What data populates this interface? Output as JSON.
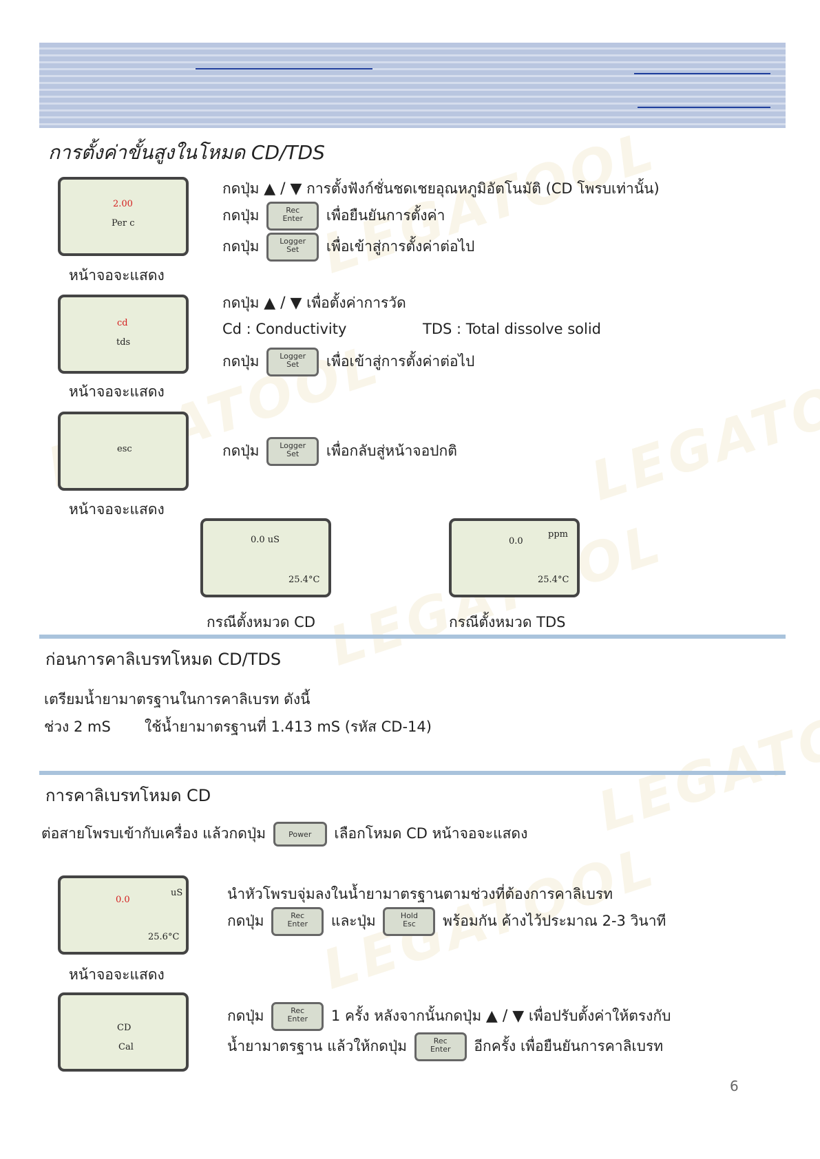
{
  "title": "การตั้งค่าขั้นสูงในโหมด  CD/TDS",
  "watermark": "LEGATOOL",
  "screen_caption": "หน้าจอจะแสดง",
  "screens": {
    "per_c": {
      "line1": "2.00",
      "line2": "Per c"
    },
    "cd_tds": {
      "line1": "cd",
      "line2": "tds"
    },
    "esc": {
      "line1": "esc"
    },
    "cd_mode": {
      "reading": "0.0 uS",
      "temp": "25.4°C",
      "caption": "กรณีตั้งหมวด CD"
    },
    "tds_mode": {
      "reading": "0.0",
      "unit": "ppm",
      "temp": "25.4°C",
      "caption": "กรณีตั้งหมวด TDS"
    },
    "calib": {
      "reading": "0.0",
      "unit": "uS",
      "temp": "25.6°C"
    },
    "cd_cal": {
      "line1": "CD",
      "line2": "Cal"
    }
  },
  "buttons": {
    "rec_enter": [
      "Rec",
      "Enter"
    ],
    "logger_set": [
      "Logger",
      "Set"
    ],
    "hold_esc": [
      "Hold",
      "Esc"
    ],
    "power": "Power"
  },
  "arrows": "▲ / ▼",
  "text": {
    "press": "กดปุ่ม",
    "s1_l1": "การตั้งฟังก์ชั่นชดเชยอุณหภูมิอัตโนมัติ (CD โพรบเท่านั้น)",
    "s1_l2": "เพื่อยืนยันการตั้งค่า",
    "next": "เพื่อเข้าสู่การตั้งค่าต่อไป",
    "s2_l1": "เพื่อตั้งค่าการวัด",
    "cd_def": "Cd : Conductivity",
    "tds_def": "TDS : Total dissolve solid",
    "s3_l1": "เพื่อกลับสู่หน้าจอปกติ",
    "pre_title": "ก่อนการคาลิเบรทโหมด CD/TDS",
    "pre_l1": "เตรียมน้ำยามาตรฐานในการคาลิเบรท ดังนี้",
    "pre_range": "ช่วง 2 mS",
    "pre_solution": "ใช้น้ำยามาตรฐานที่ 1.413 mS (รหัส CD-14)",
    "cal_title": "การคาลิเบรทโหมด CD",
    "cal_l1a": "ต่อสายโพรบเข้ากับเครื่อง แล้วกดปุ่ม",
    "cal_l1b": "เลือกโหมด CD หน้าจอจะแสดง",
    "cal_s1_l1": "นำหัวโพรบจุ่มลงในน้ำยามาตรฐานตามช่วงที่ต้องการคาลิเบรท",
    "cal_s1_and": "และปุ่ม",
    "cal_s1_end": "พร้อมกัน ค้างไว้ประมาณ 2-3 วินาที",
    "cal_s2_a": "1 ครั้ง หลังจากนั้นกดปุ่ม",
    "cal_s2_b": "เพื่อปรับตั้งค่าให้ตรงกับ",
    "cal_s2_l2a": "น้ำยามาตรฐาน แล้วให้กดปุ่ม",
    "cal_s2_l2b": "อีกครั้ง เพื่อยืนยันการคาลิเบรท"
  },
  "page_number": "6",
  "colors": {
    "header": "#b9c6e0",
    "header_line": "#1f3e9c",
    "rule": "#a9c3dc",
    "lcd_bg": "#e9eedb",
    "lcd_red": "#d42020"
  }
}
